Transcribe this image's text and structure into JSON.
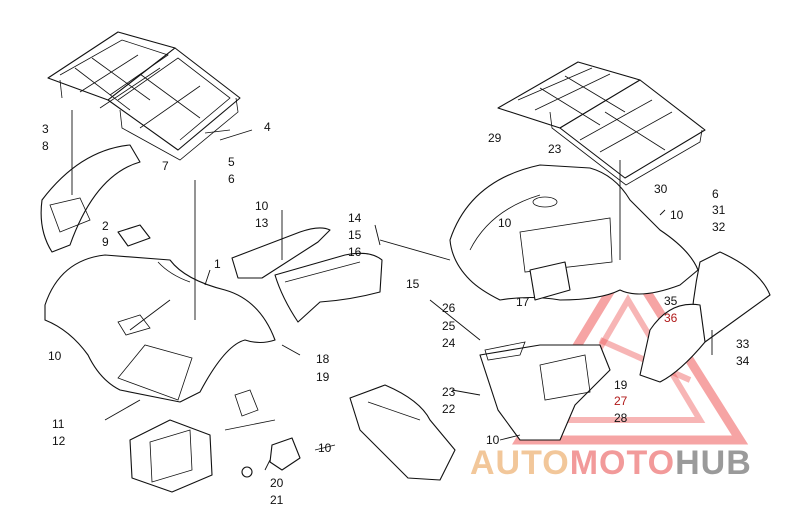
{
  "diagram": {
    "callouts": [
      {
        "id": "c3",
        "text": "3"
      },
      {
        "id": "c8",
        "text": "8"
      },
      {
        "id": "c4",
        "text": "4"
      },
      {
        "id": "c7",
        "text": "7"
      },
      {
        "id": "c5a",
        "text": "5"
      },
      {
        "id": "c6a",
        "text": "6"
      },
      {
        "id": "c2",
        "text": "2"
      },
      {
        "id": "c9",
        "text": "9"
      },
      {
        "id": "c1",
        "text": "1"
      },
      {
        "id": "c10a",
        "text": "10"
      },
      {
        "id": "c13",
        "text": "13"
      },
      {
        "id": "c14",
        "text": "14"
      },
      {
        "id": "c15a",
        "text": "15"
      },
      {
        "id": "c16",
        "text": "16"
      },
      {
        "id": "c15b",
        "text": "15"
      },
      {
        "id": "c10b",
        "text": "10"
      },
      {
        "id": "c18",
        "text": "18"
      },
      {
        "id": "c19a",
        "text": "19"
      },
      {
        "id": "c11",
        "text": "11"
      },
      {
        "id": "c12",
        "text": "12"
      },
      {
        "id": "c10c",
        "text": "10"
      },
      {
        "id": "c20",
        "text": "20"
      },
      {
        "id": "c21",
        "text": "21"
      },
      {
        "id": "c29",
        "text": "29"
      },
      {
        "id": "c23a",
        "text": "23"
      },
      {
        "id": "c6b",
        "text": "6"
      },
      {
        "id": "c30",
        "text": "30"
      },
      {
        "id": "c31",
        "text": "31"
      },
      {
        "id": "c10d",
        "text": "10"
      },
      {
        "id": "c10e",
        "text": "10"
      },
      {
        "id": "c32",
        "text": "32"
      },
      {
        "id": "c17",
        "text": "17"
      },
      {
        "id": "c26",
        "text": "26"
      },
      {
        "id": "c25",
        "text": "25"
      },
      {
        "id": "c24",
        "text": "24"
      },
      {
        "id": "c35",
        "text": "35"
      },
      {
        "id": "c36",
        "text": "36"
      },
      {
        "id": "c33",
        "text": "33"
      },
      {
        "id": "c34",
        "text": "34"
      },
      {
        "id": "c23b",
        "text": "23"
      },
      {
        "id": "c22",
        "text": "22"
      },
      {
        "id": "c19b",
        "text": "19"
      },
      {
        "id": "c27",
        "text": "27"
      },
      {
        "id": "c28",
        "text": "28"
      },
      {
        "id": "c10f",
        "text": "10"
      }
    ]
  },
  "watermark": {
    "part1": "AUTO",
    "part2": "MOTO",
    "part3": "HUB",
    "color_auto": "#f2c79a",
    "color_moto": "#f29a9a",
    "color_hub": "#9a9a9a"
  }
}
